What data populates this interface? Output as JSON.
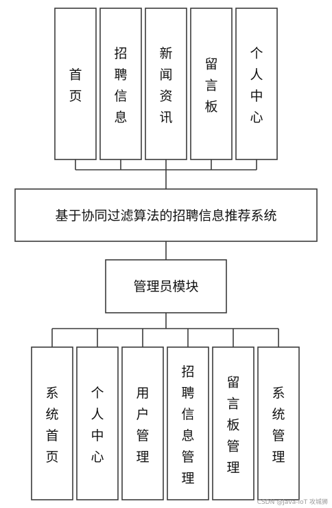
{
  "top_modules": [
    "首页",
    "招聘信息",
    "新闻资讯",
    "留言板",
    "个人中心"
  ],
  "system_title": "基于协同过滤算法的招聘信息推荐系统",
  "admin_module": "管理员模块",
  "admin_modules": [
    "系统首页",
    "个人中心",
    "用户管理",
    "招聘信息管理",
    "留言板管理",
    "系统管理"
  ],
  "watermark": "CSDN @Java-IoT 攻城狮"
}
